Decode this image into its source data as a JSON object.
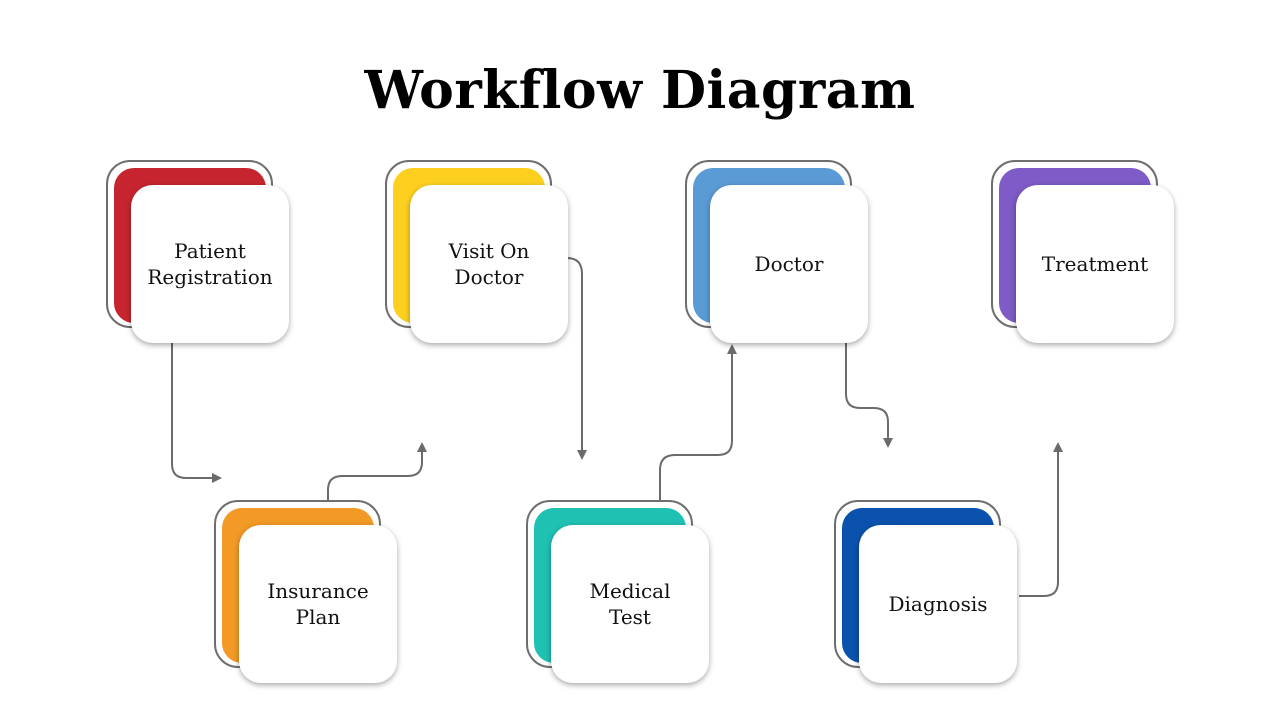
{
  "title": "Workflow Diagram",
  "nodes": [
    {
      "id": "patient-registration",
      "label": "Patient Registration",
      "color": "#c6252f"
    },
    {
      "id": "visit-on-doctor",
      "label": "Visit On Doctor",
      "color": "#fdd01f"
    },
    {
      "id": "doctor",
      "label": "Doctor",
      "color": "#5b9bd5"
    },
    {
      "id": "treatment",
      "label": "Treatment",
      "color": "#7e5bc6"
    },
    {
      "id": "insurance-plan",
      "label": "Insurance Plan",
      "color": "#f39a26"
    },
    {
      "id": "medical-test",
      "label": "Medical Test",
      "color": "#1fc1b3"
    },
    {
      "id": "diagnosis",
      "label": "Diagnosis",
      "color": "#0a52ad"
    }
  ],
  "connector_color": "#6b6b6b"
}
